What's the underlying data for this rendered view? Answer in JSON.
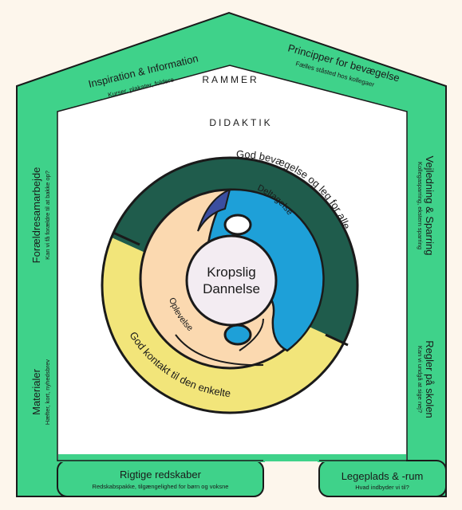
{
  "colors": {
    "background": "#fdf6ec",
    "frame_green": "#3fd28a",
    "frame_stroke": "#1a1a1a",
    "inner_white": "#ffffff",
    "dark_teal": "#1f5c4c",
    "yellow": "#f2e57a",
    "blue": "#1ea0d8",
    "navy": "#3b4ea0",
    "peach": "#fbd9b0",
    "center_fill": "#f3ecf2"
  },
  "frame": {
    "roof_left_title": "Inspiration & Information",
    "roof_left_sub": "Kurser, plakater, foldere",
    "roof_right_title": "Principper for bevægelse",
    "roof_right_sub": "Fælles ståsted hos kollegaer",
    "rammer": "RAMMER",
    "didaktik": "DIDAKTIK",
    "left_top_title": "Forældresamarbejde",
    "left_top_sub": "Kan vi få forældre til at bakke op?",
    "left_bottom_title": "Materialer",
    "left_bottom_sub": "Hæfter, kort, nyhedsbrev",
    "right_top_title": "Vejledning & Sparring",
    "right_top_sub": "Kollegasparring, ekstern sparring",
    "right_bottom_title": "Regler på skolen",
    "right_bottom_sub": "Kan vi undgå at sige nej?",
    "bottom_left_title": "Rigtige redskaber",
    "bottom_left_sub": "Redskabspakke, tilgængelighed for børn og voksne",
    "bottom_right_title": "Legeplads & -rum",
    "bottom_right_sub": "Hvad indbyder vi til?"
  },
  "circle": {
    "outer_top_arc": "God bevægelse og leg for alle",
    "outer_bottom_arc": "God kontakt til den enkelte",
    "inner_right": "Deltagelse",
    "inner_left": "Oplevelse",
    "center_line1": "Kropslig",
    "center_line2": "Dannelse"
  }
}
